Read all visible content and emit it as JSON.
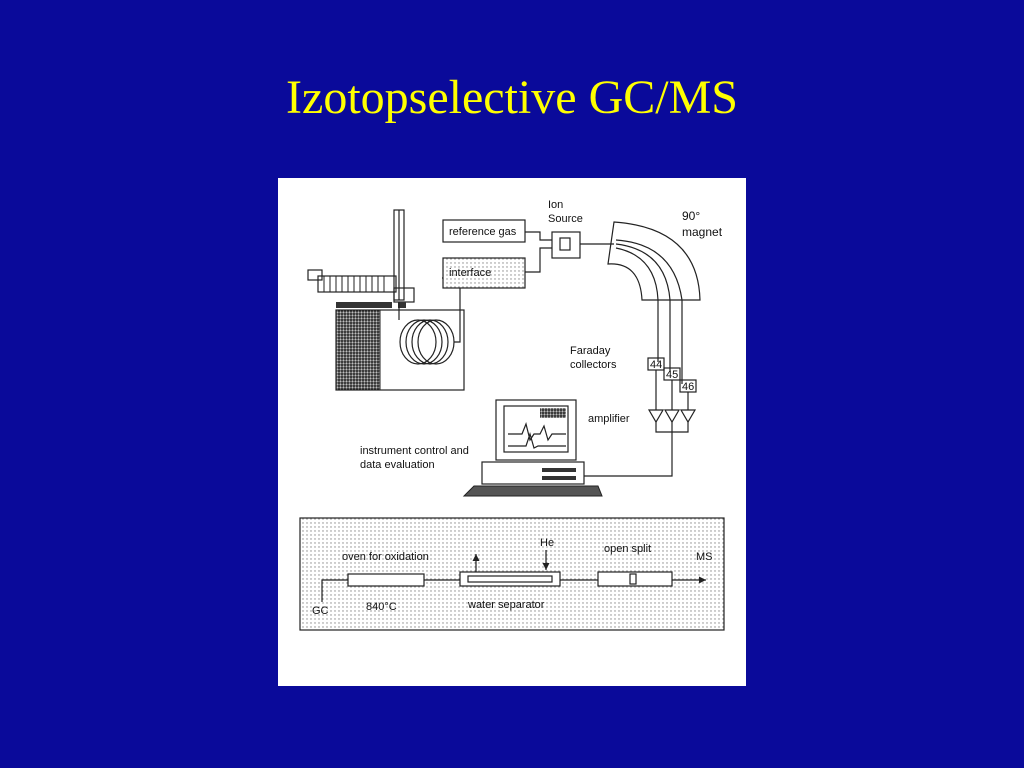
{
  "slide": {
    "title": "Izotopselective GC/MS",
    "background_color": "#0a0a9a",
    "title_color": "#ffff00"
  },
  "diagram": {
    "labels": {
      "ion": "Ion",
      "source": "Source",
      "magnet_deg": "90°",
      "magnet": "magnet",
      "reference_gas": "reference gas",
      "interface": "interface",
      "faraday": "Faraday",
      "collectors": "collectors",
      "c44": "44",
      "c45": "45",
      "c46": "46",
      "amplifier": "amplifier",
      "instr_line1": "instrument control and",
      "instr_line2": "data evaluation",
      "oven": "oven for oxidation",
      "he": "He",
      "open_split": "open split",
      "ms": "MS",
      "gc": "GC",
      "temp": "840°C",
      "water_sep": "water separator"
    }
  }
}
